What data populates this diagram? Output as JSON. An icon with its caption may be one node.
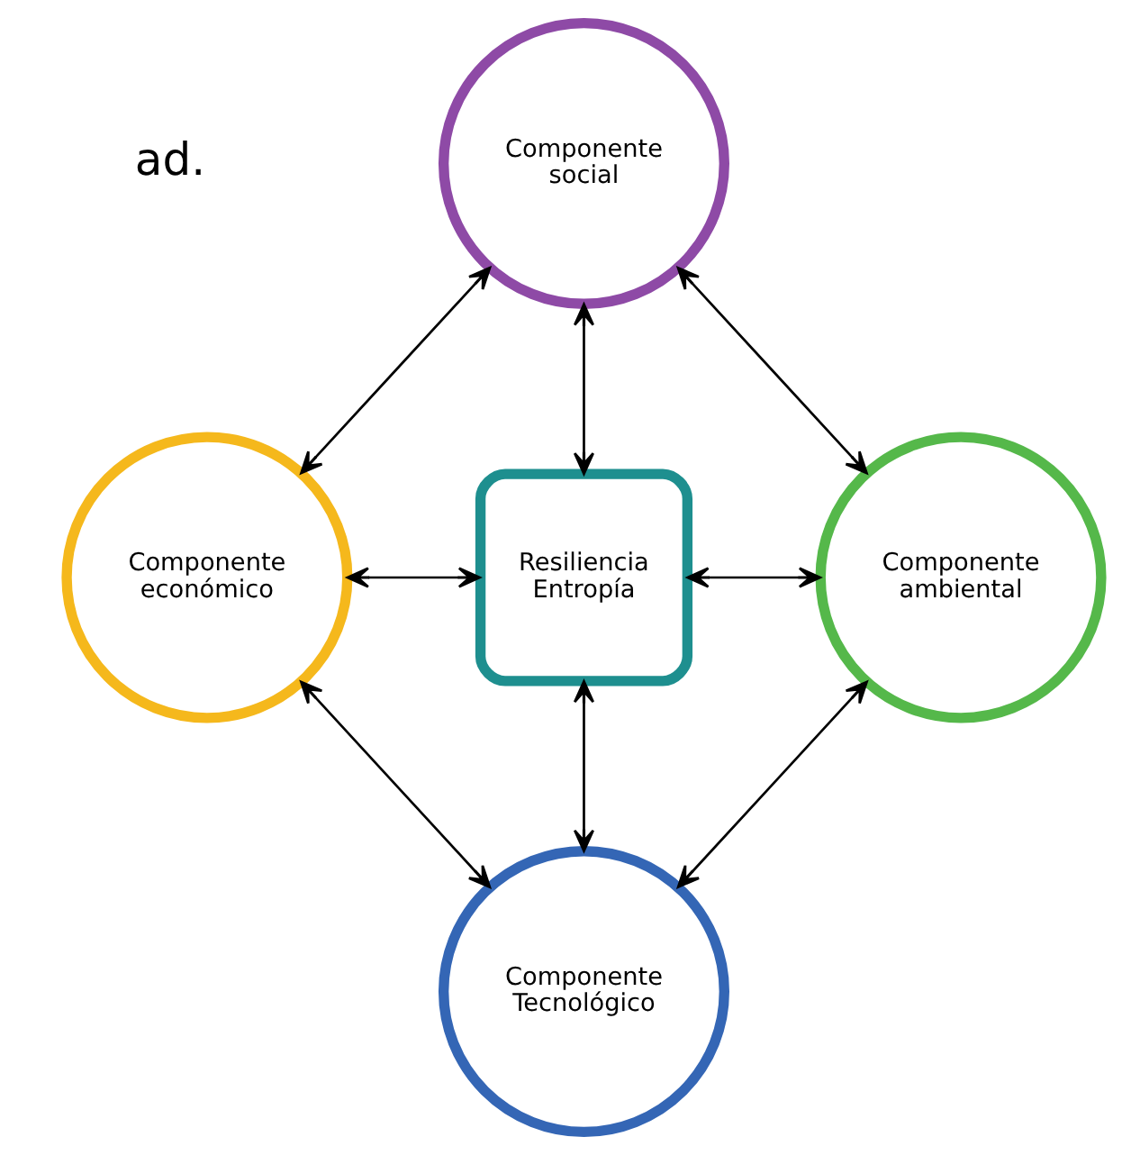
{
  "diagram": {
    "nodes": [
      {
        "text": [
          "Componente social"
        ]
      },
      {
        "text": [
          "Componente económico"
        ]
      },
      {
        "text": [
          "Resiliencia Entropía"
        ]
      },
      {
        "text": [
          "Componente ambiental"
        ]
      },
      {
        "text": [
          "Componente Tecnológico"
        ]
      }
    ],
    "edges": [
      {
        "from": 0,
        "to": 1,
        "arrow": "both"
      },
      {
        "from": 0,
        "to": 2,
        "arrow": "both"
      },
      {
        "from": 0,
        "to": 3,
        "arrow": "both"
      },
      {
        "from": 1,
        "to": 2,
        "arrow": "both"
      },
      {
        "from": 2,
        "to": 3,
        "arrow": "both"
      },
      {
        "from": 1,
        "to": 4,
        "arrow": "both"
      },
      {
        "from": 2,
        "to": 4,
        "arrow": "both"
      },
      {
        "from": 3,
        "to": 4,
        "arrow": "both"
      }
    ],
    "labels": [
      "ad."
    ]
  }
}
